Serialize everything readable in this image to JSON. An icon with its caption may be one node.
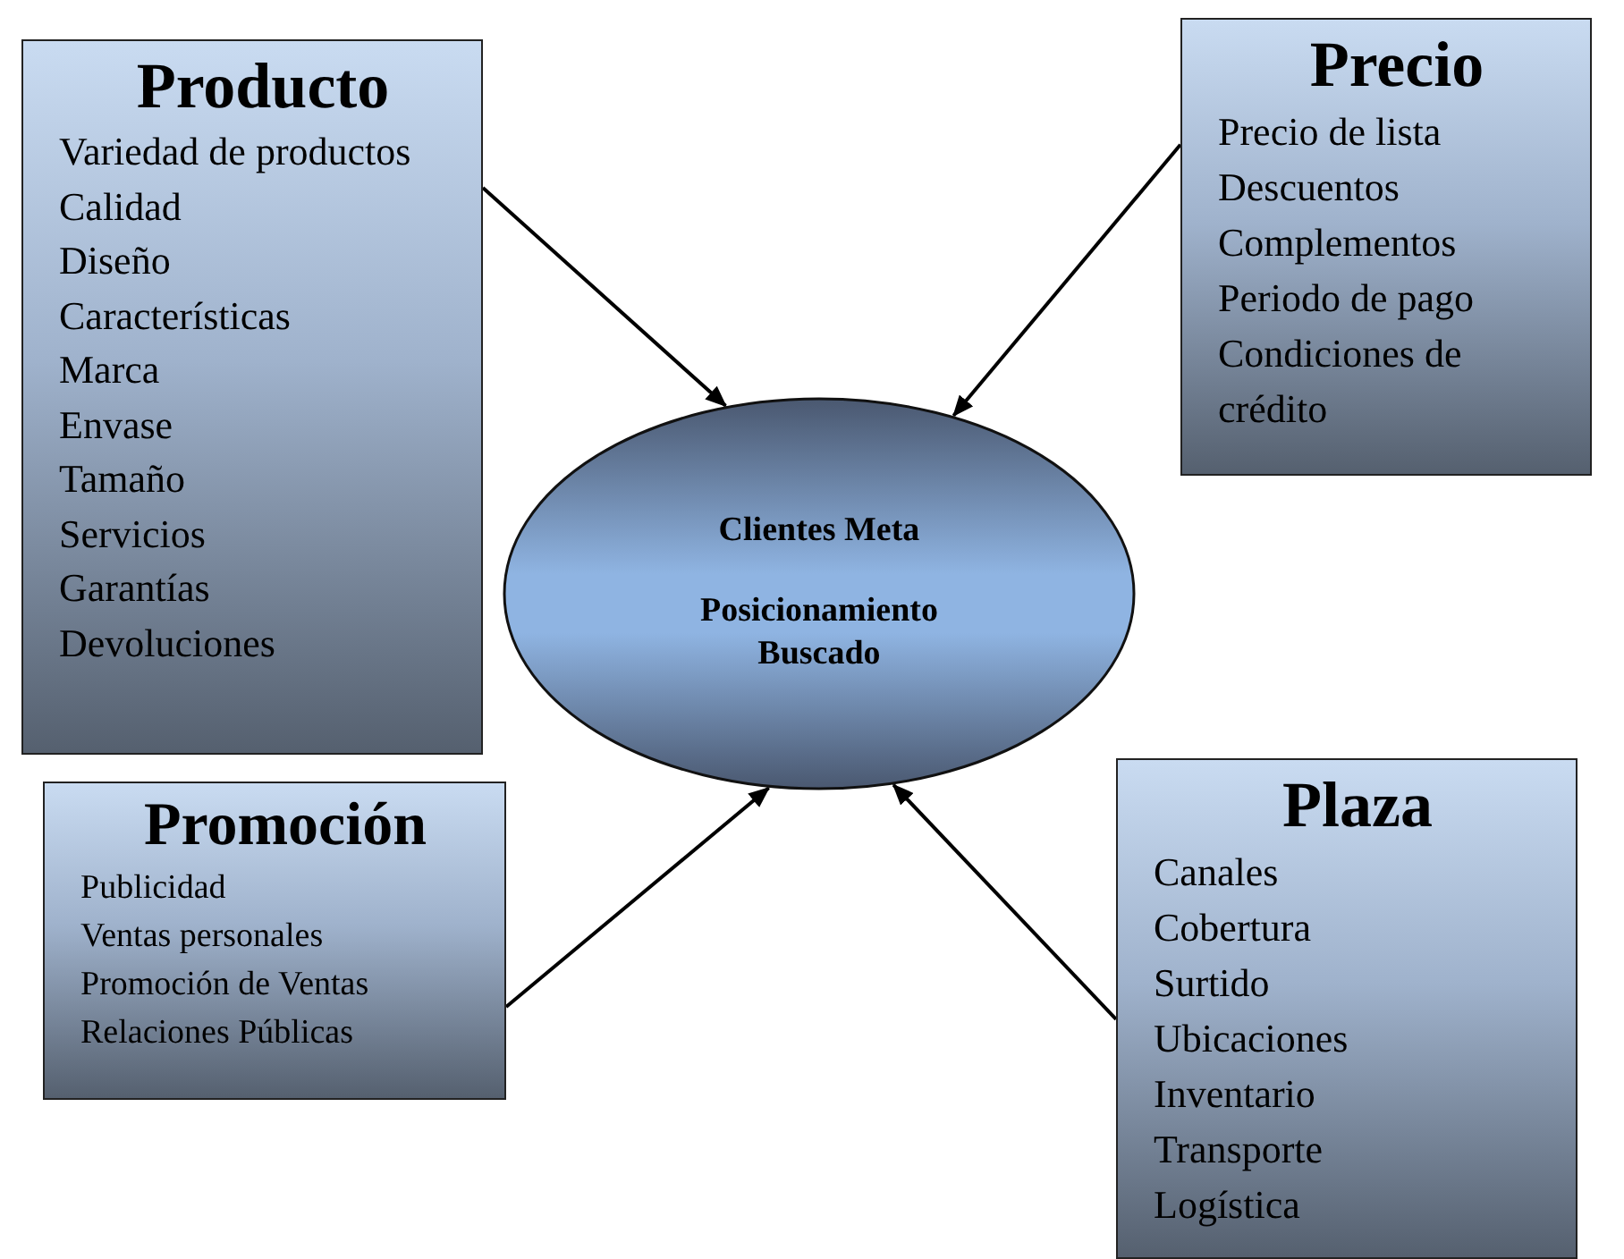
{
  "diagram": {
    "nodes": [
      {
        "text": [
          "Producto",
          "Variedad de productos",
          "Calidad",
          "Diseño",
          "Características",
          "Marca",
          "Envase",
          "Tamaño",
          "Servicios",
          "Garantías",
          "Devoluciones"
        ]
      },
      {
        "text": [
          "Precio",
          "Precio de lista",
          "Descuentos",
          "Complementos",
          "Periodo de pago",
          "Condiciones de crédito"
        ]
      },
      {
        "text": [
          "Clientes Meta",
          "Posicionamiento Buscado"
        ]
      },
      {
        "text": [
          "Promoción",
          "Publicidad",
          "Ventas personales",
          "Promoción de Ventas",
          "Relaciones Públicas"
        ]
      },
      {
        "text": [
          "Plaza",
          "Canales",
          "Cobertura",
          "Surtido",
          "Ubicaciones",
          "Inventario",
          "Transporte",
          "Logística"
        ]
      }
    ],
    "edges": [
      {
        "from": 0,
        "to": 2,
        "arrow": "to"
      },
      {
        "from": 1,
        "to": 2,
        "arrow": "to"
      },
      {
        "from": 3,
        "to": 2,
        "arrow": "to"
      },
      {
        "from": 4,
        "to": 2,
        "arrow": "to"
      }
    ]
  }
}
